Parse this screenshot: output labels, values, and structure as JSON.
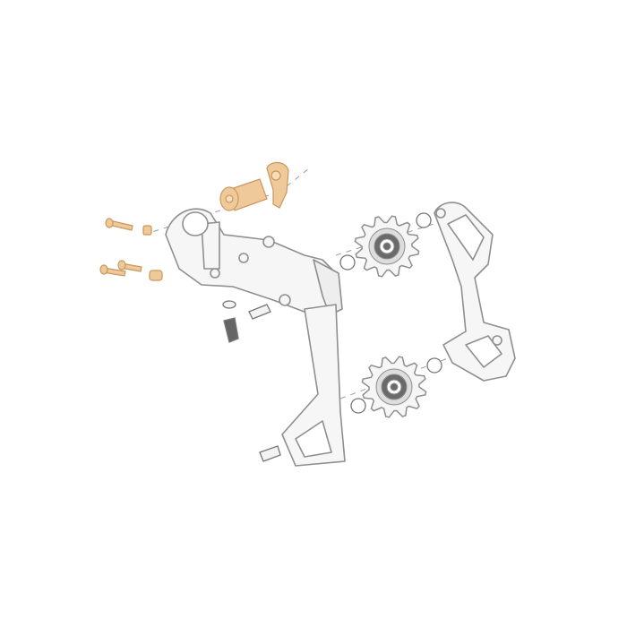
{
  "diagram": {
    "type": "exploded-parts-view",
    "colors": {
      "background": "#ffffff",
      "line": "#8f8f8f",
      "fill": "#f6f6f6",
      "highlight_fill": "#f0c99a",
      "highlight_line": "#c9975c",
      "pulley_dark": "#6a6a6a"
    },
    "highlighted_parts": [
      "b-bolt",
      "b-knuckle-link",
      "limit-screws",
      "screw-nuts"
    ]
  }
}
